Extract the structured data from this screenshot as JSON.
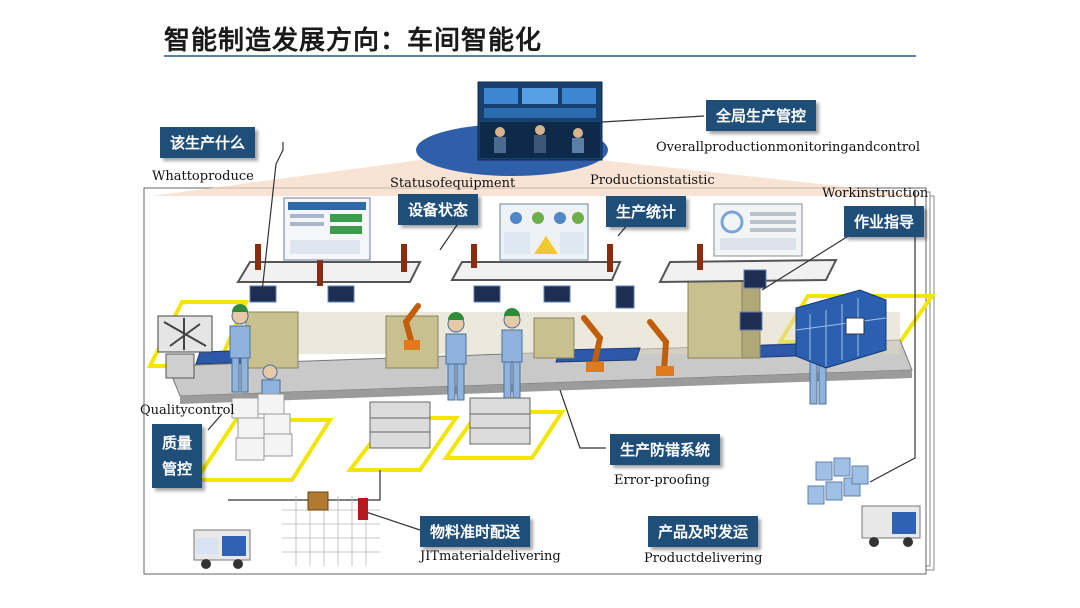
{
  "title": "智能制造发展方向：车间智能化",
  "labels": {
    "global_control": "全局生产管控",
    "global_control_en": "Overallproductionmonitoringandcontrol",
    "what_produce": "该生产什么",
    "what_produce_en": "Whattoproduce",
    "equipment_status": "设备状态",
    "equipment_status_en": "Statusofequipment",
    "production_stats": "生产统计",
    "production_stats_en": "Productionstatistic",
    "work_instruction": "作业指导",
    "work_instruction_en": "Workinstruction",
    "quality_control_line1": "质量",
    "quality_control_line2": "管控",
    "quality_control_en": "Qualitycontrol",
    "error_proofing": "生产防错系统",
    "error_proofing_en": "Error-proofing",
    "jit_delivery": "物料准时配送",
    "jit_delivery_en": "JITmaterialdelivering",
    "product_delivery": "产品及时发运",
    "product_delivery_en": "Productdelivering"
  },
  "colors": {
    "tag_bg": "#1f4e79",
    "ellipse": "#2f5fa8",
    "floor_highlight": "#f2e600",
    "worker": "#8fb3dc",
    "robot": "#e07a1a"
  }
}
